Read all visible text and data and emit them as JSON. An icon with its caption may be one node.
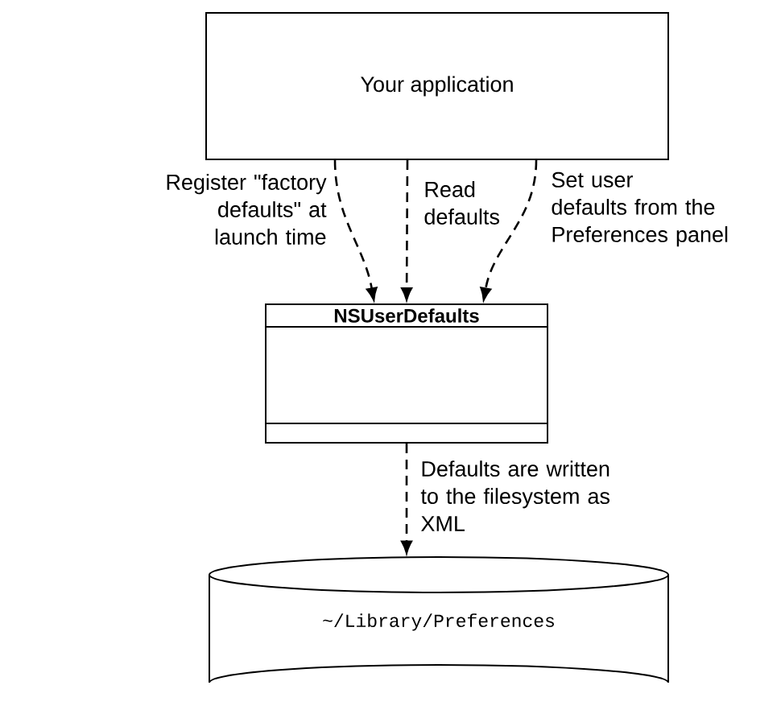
{
  "diagram": {
    "nodes": [
      {
        "text": [
          "Your application"
        ]
      },
      {
        "text": [
          "NSUserDefaults"
        ]
      },
      {
        "text": [
          "~/Library/Preferences"
        ]
      }
    ],
    "edges": [
      {
        "from": 0,
        "to": 1,
        "arrow": "to",
        "style": "dashed",
        "label": "Register \"factory defaults\" at launch time"
      },
      {
        "from": 0,
        "to": 1,
        "arrow": "to",
        "style": "dashed",
        "label": "Read defaults"
      },
      {
        "from": 0,
        "to": 1,
        "arrow": "to",
        "style": "dashed",
        "label": "Set user defaults from the Preferences panel"
      },
      {
        "from": 1,
        "to": 2,
        "arrow": "to",
        "style": "dashed",
        "label": "Defaults are written to the filesystem as XML"
      }
    ]
  }
}
